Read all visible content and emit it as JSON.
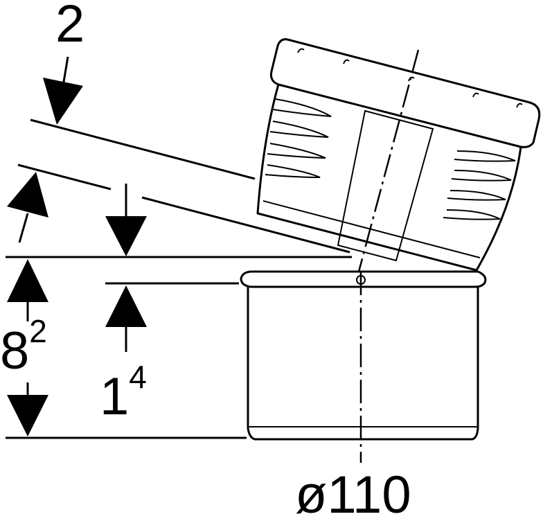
{
  "dimensions": {
    "offset": {
      "value": "2"
    },
    "height_total": {
      "base": "8",
      "sup": "2"
    },
    "socket_depth": {
      "base": "1",
      "sup": "4"
    },
    "diameter": {
      "label": "ø110"
    }
  },
  "colors": {
    "line": "#000000",
    "background": "#ffffff"
  }
}
